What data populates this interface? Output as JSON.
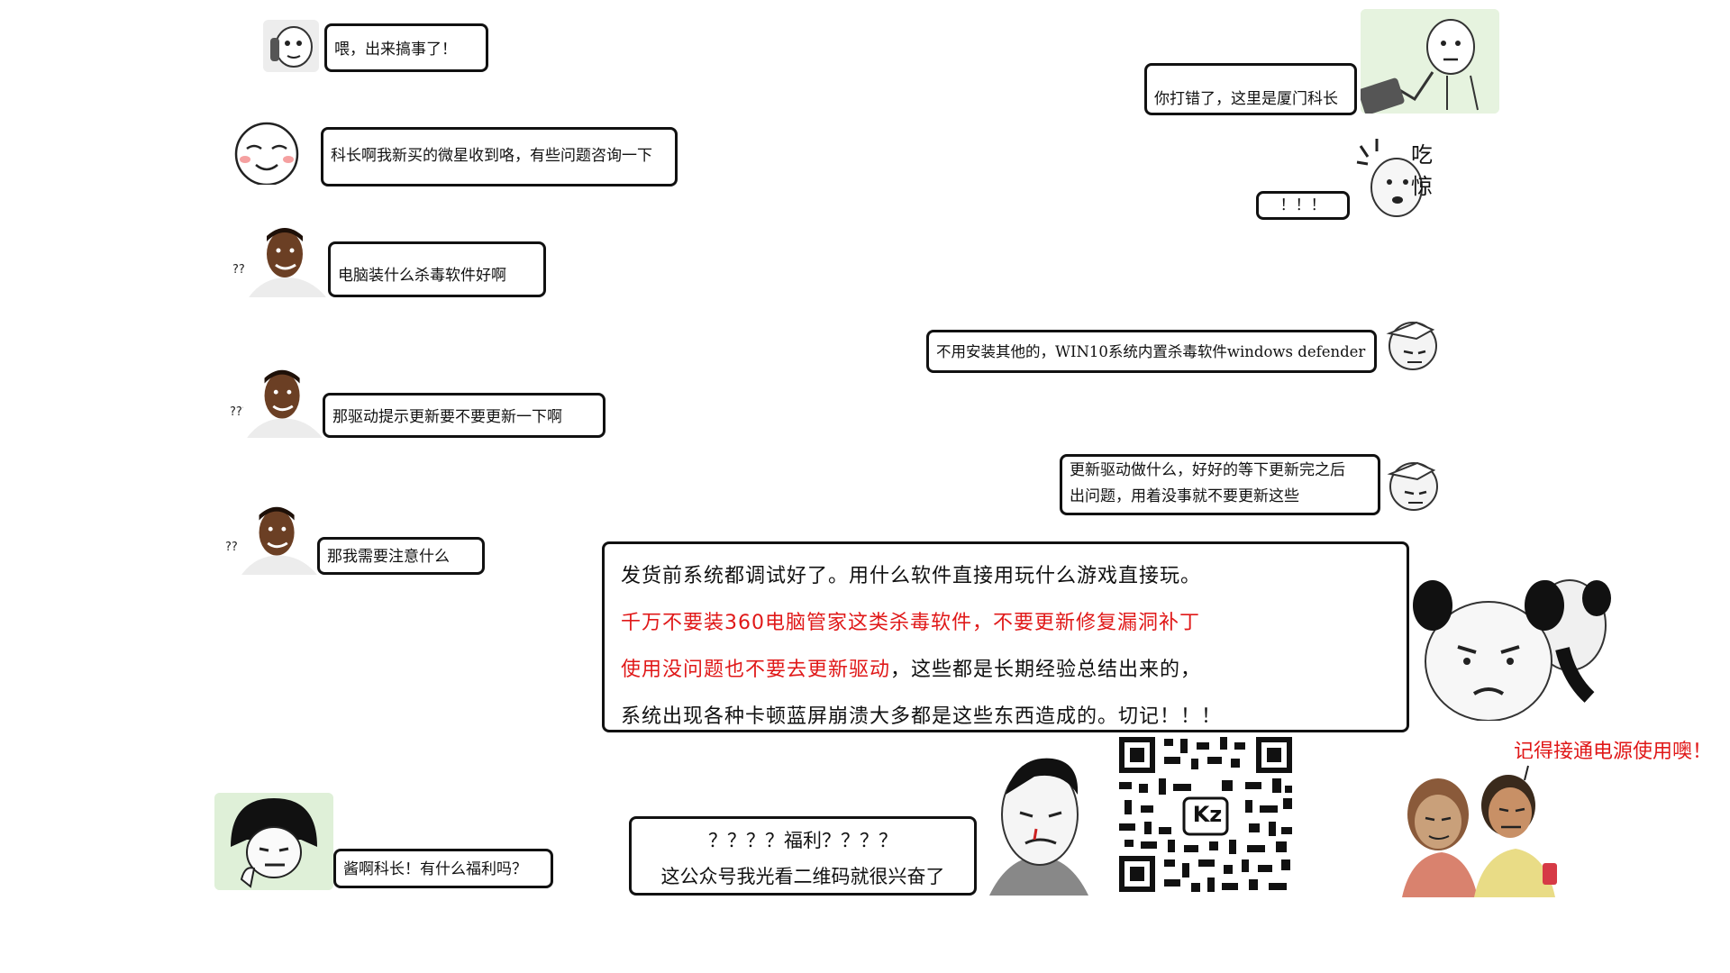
{
  "left_messages": [
    {
      "text": "喂，出来搞事了！",
      "avatar": "mask-face-phone"
    },
    {
      "text": "科长啊我新买的微星收到咯，有些问题咨询一下",
      "avatar": "smug-face"
    },
    {
      "text": "电脑装什么杀毒软件好啊",
      "avatar": "confused-man",
      "marks": "???"
    },
    {
      "text": "那驱动提示更新要不要更新一下啊",
      "avatar": "confused-man",
      "marks": "???"
    },
    {
      "text": "那我需要注意什么",
      "avatar": "confused-man",
      "marks": "???"
    },
    {
      "text": "酱啊科长！有什么福利吗？",
      "avatar": "mushroom-girl"
    }
  ],
  "right_messages": [
    {
      "text": "你打错了，这里是厦门科长",
      "avatar": "phone-face"
    },
    {
      "text": "！！！",
      "avatar": "surprised-face",
      "caption": "吃惊"
    },
    {
      "text": "不用安装其他的，WIN10系统内置杀毒软件windows defender",
      "avatar": "facepalm-face"
    },
    {
      "line1": "更新驱动做什么，好好的等下更新完之后",
      "line2": "出问题，用着没事就不要更新这些",
      "avatar": "facepalm-face"
    }
  ],
  "notice": {
    "line1": "发货前系统都调试好了。用什么软件直接用玩什么游戏直接玩。",
    "line2": "千万不要装360电脑管家这类杀毒软件，不要更新修复漏洞补丁",
    "line3_red": "使用没问题也不要去更新驱动",
    "line3_black": "，这些都是长期经验总结出来的，",
    "line4": "系统出现各种卡顿蓝屏崩溃大多都是这些东西造成的。切记！！！",
    "colors": {
      "red": "#e01818",
      "black": "#111111"
    }
  },
  "welfare": {
    "line1": "？？？？福利？？？？",
    "line2": "这公众号我光看二维码就很兴奋了"
  },
  "qr": {
    "center_label": "Kz"
  },
  "power_reminder": "记得接通电源使用噢！",
  "question_marks": "???"
}
